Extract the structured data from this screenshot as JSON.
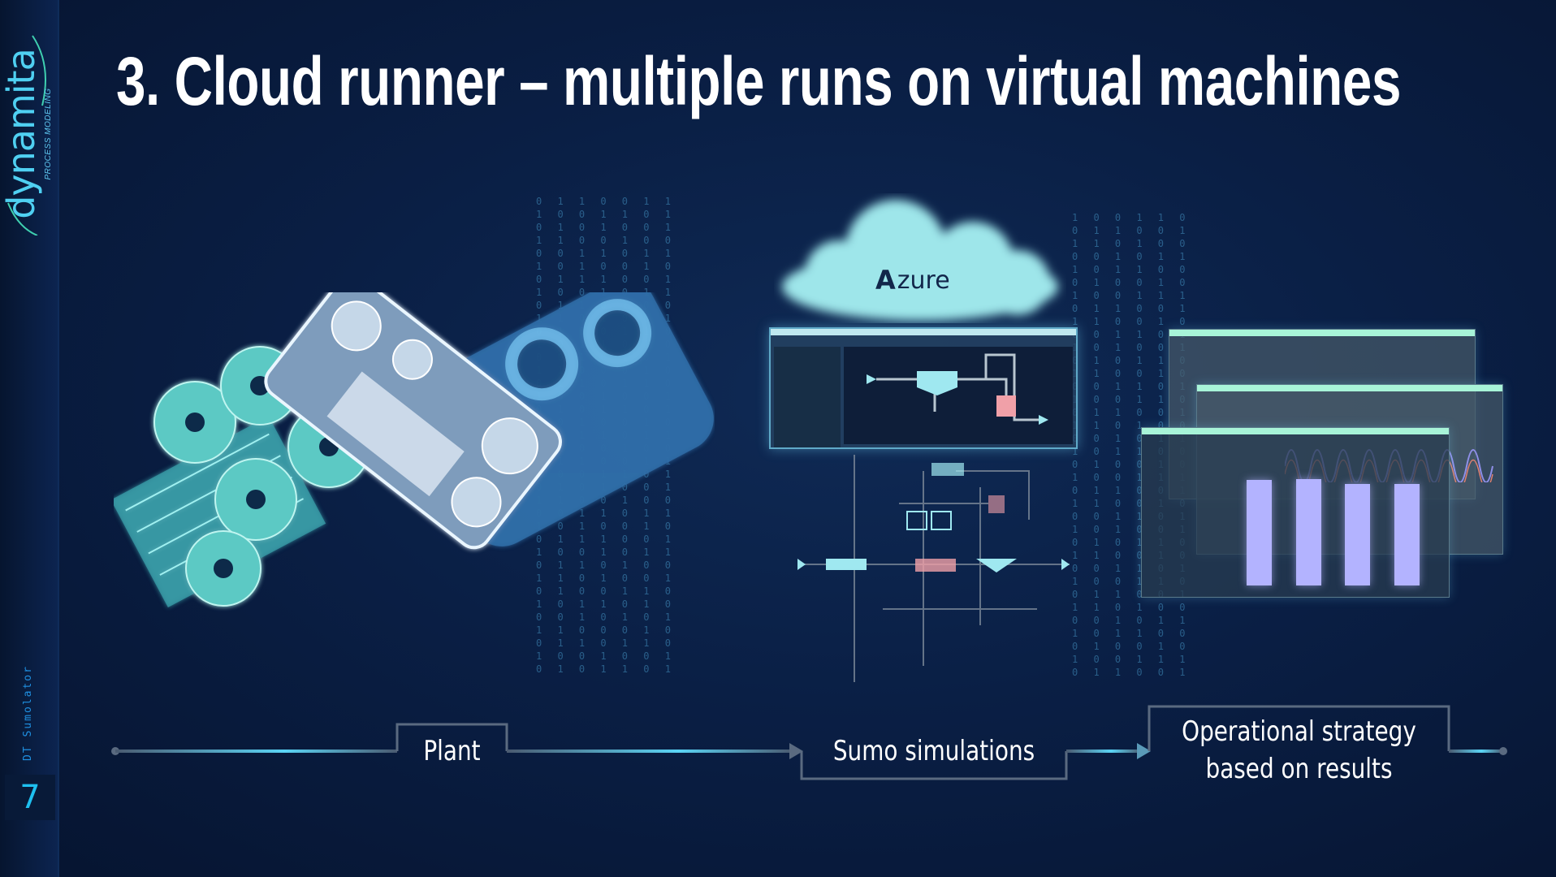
{
  "slide": {
    "title": "3. Cloud runner – multiple runs on virtual machines",
    "page_number": "7",
    "footer_label": "DT Sumolator"
  },
  "logo": {
    "word": "dynamita",
    "tagline": "PROCESS MODELING"
  },
  "cloud": {
    "brand": "zure",
    "brand_initial": "A"
  },
  "flow": {
    "steps": [
      {
        "label": "Plant"
      },
      {
        "label": "Sumo simulations"
      },
      {
        "label_line1": "Operational strategy",
        "label_line2": "based on results"
      }
    ]
  },
  "colors": {
    "accent": "#4fd0f2",
    "background": "#0a1f45",
    "bars": "#b3b3ff",
    "cloud": "#9ee6ea"
  }
}
